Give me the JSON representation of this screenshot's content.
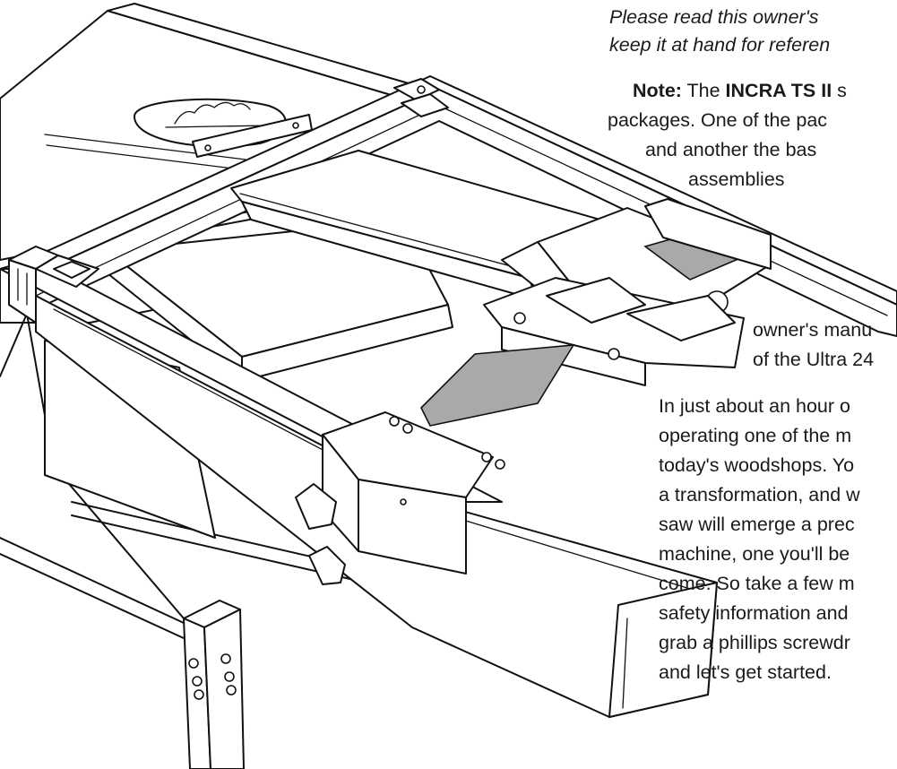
{
  "intro": {
    "lines": [
      "Please read this owner's",
      "keep it at hand for referen"
    ]
  },
  "note": {
    "label": "Note:",
    "segments": [
      {
        "t": " The ",
        "b": false
      },
      {
        "t": "INCRA TS II",
        "b": true
      },
      {
        "t": " s",
        "b": false
      }
    ],
    "lines": [
      "packages.  One of the pac",
      "and another the bas",
      "assemblies"
    ]
  },
  "manual_ref": {
    "lines": [
      "owner's manu",
      "of the Ultra 24"
    ]
  },
  "body": {
    "lines": [
      "In just about an hour o",
      "operating one of the m",
      "today's woodshops.  Yo",
      "a transformation, and w",
      "saw will emerge a prec",
      "machine, one you'll be",
      "come.  So take a few m",
      "safety information and",
      "grab a phillips screwdr",
      "and let's get started."
    ]
  }
}
